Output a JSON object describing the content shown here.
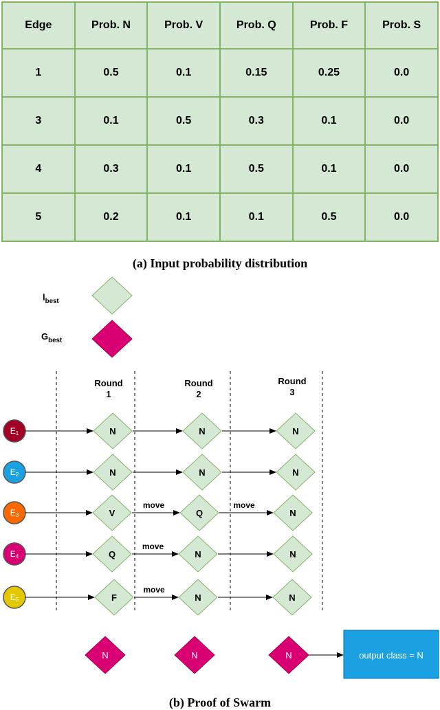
{
  "table": {
    "headers": [
      "Edge",
      "Prob. N",
      "Prob. V",
      "Prob. Q",
      "Prob. F",
      "Prob. S"
    ],
    "rows": [
      [
        "1",
        "0.5",
        "0.1",
        "0.15",
        "0.25",
        "0.0"
      ],
      [
        "3",
        "0.1",
        "0.5",
        "0.3",
        "0.1",
        "0.0"
      ],
      [
        "4",
        "0.3",
        "0.1",
        "0.5",
        "0.1",
        "0.0"
      ],
      [
        "5",
        "0.2",
        "0.1",
        "0.1",
        "0.5",
        "0.0"
      ]
    ]
  },
  "captions": {
    "a": "(a) Input probability distribution",
    "b": "(b) Proof of Swarm"
  },
  "legend": {
    "lbest": {
      "main": "l",
      "sub": "best"
    },
    "gbest": {
      "main": "G",
      "sub": "best"
    }
  },
  "rounds": [
    {
      "line1": "Round",
      "line2": "1"
    },
    {
      "line1": "Round",
      "line2": "2"
    },
    {
      "line1": "Round",
      "line2": "3"
    }
  ],
  "edges": [
    {
      "main": "E",
      "sub": "1",
      "color": "#a20025",
      "labels": [
        "N",
        "N",
        "N"
      ],
      "moves": [
        "",
        ""
      ]
    },
    {
      "main": "E",
      "sub": "2",
      "color": "#1ba1e2",
      "labels": [
        "N",
        "N",
        "N"
      ],
      "moves": [
        "",
        ""
      ]
    },
    {
      "main": "E",
      "sub": "3",
      "color": "#fa6800",
      "labels": [
        "V",
        "Q",
        "N"
      ],
      "moves": [
        "move",
        "move"
      ]
    },
    {
      "main": "E",
      "sub": "4",
      "color": "#d80073",
      "labels": [
        "Q",
        "N",
        "N"
      ],
      "moves": [
        "move",
        ""
      ]
    },
    {
      "main": "E",
      "sub": "5",
      "color": "#e3c800",
      "labels": [
        "F",
        "N",
        "N"
      ],
      "moves": [
        "move",
        ""
      ]
    }
  ],
  "gbest_labels": [
    "N",
    "N",
    "N"
  ],
  "output": "output class = N",
  "colors": {
    "lbest_fill": "#d5e8d4",
    "lbest_stroke": "#82b366",
    "gbest_fill": "#d80073",
    "gbest_stroke": "#a50040",
    "output_fill": "#1ba1e2"
  }
}
